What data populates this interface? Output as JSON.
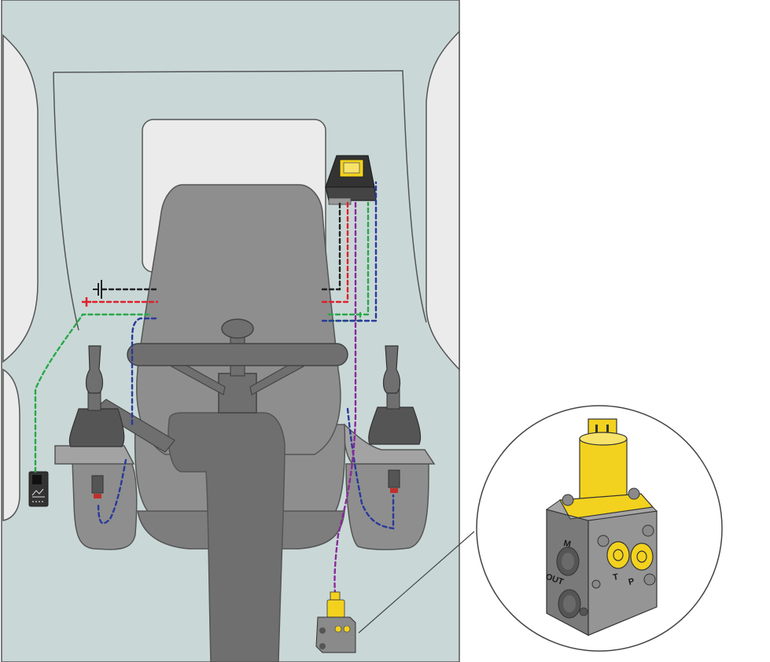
{
  "valve_labels": {
    "m": "M",
    "out": "OUT",
    "t": "T",
    "p": "P"
  },
  "colors": {
    "cab_fill": "#c9d8d7",
    "cab_outline": "#555555",
    "window_fill": "#ebebeb",
    "seat_dark": "#6f6f6f",
    "seat_mid": "#8e8e8e",
    "seat_light": "#a3a3a3",
    "valve_body": "#8a8a8a",
    "valve_yellow": "#f2d21e",
    "wire_black": "#222222",
    "wire_red": "#e0202a",
    "wire_green": "#2aa84a",
    "wire_blue": "#2a3a9a",
    "wire_purple": "#8a2a9a"
  },
  "icons": [
    "battery-negative-icon",
    "battery-positive-icon",
    "control-unit-icon",
    "switch-panel-icon",
    "valve-icon"
  ]
}
